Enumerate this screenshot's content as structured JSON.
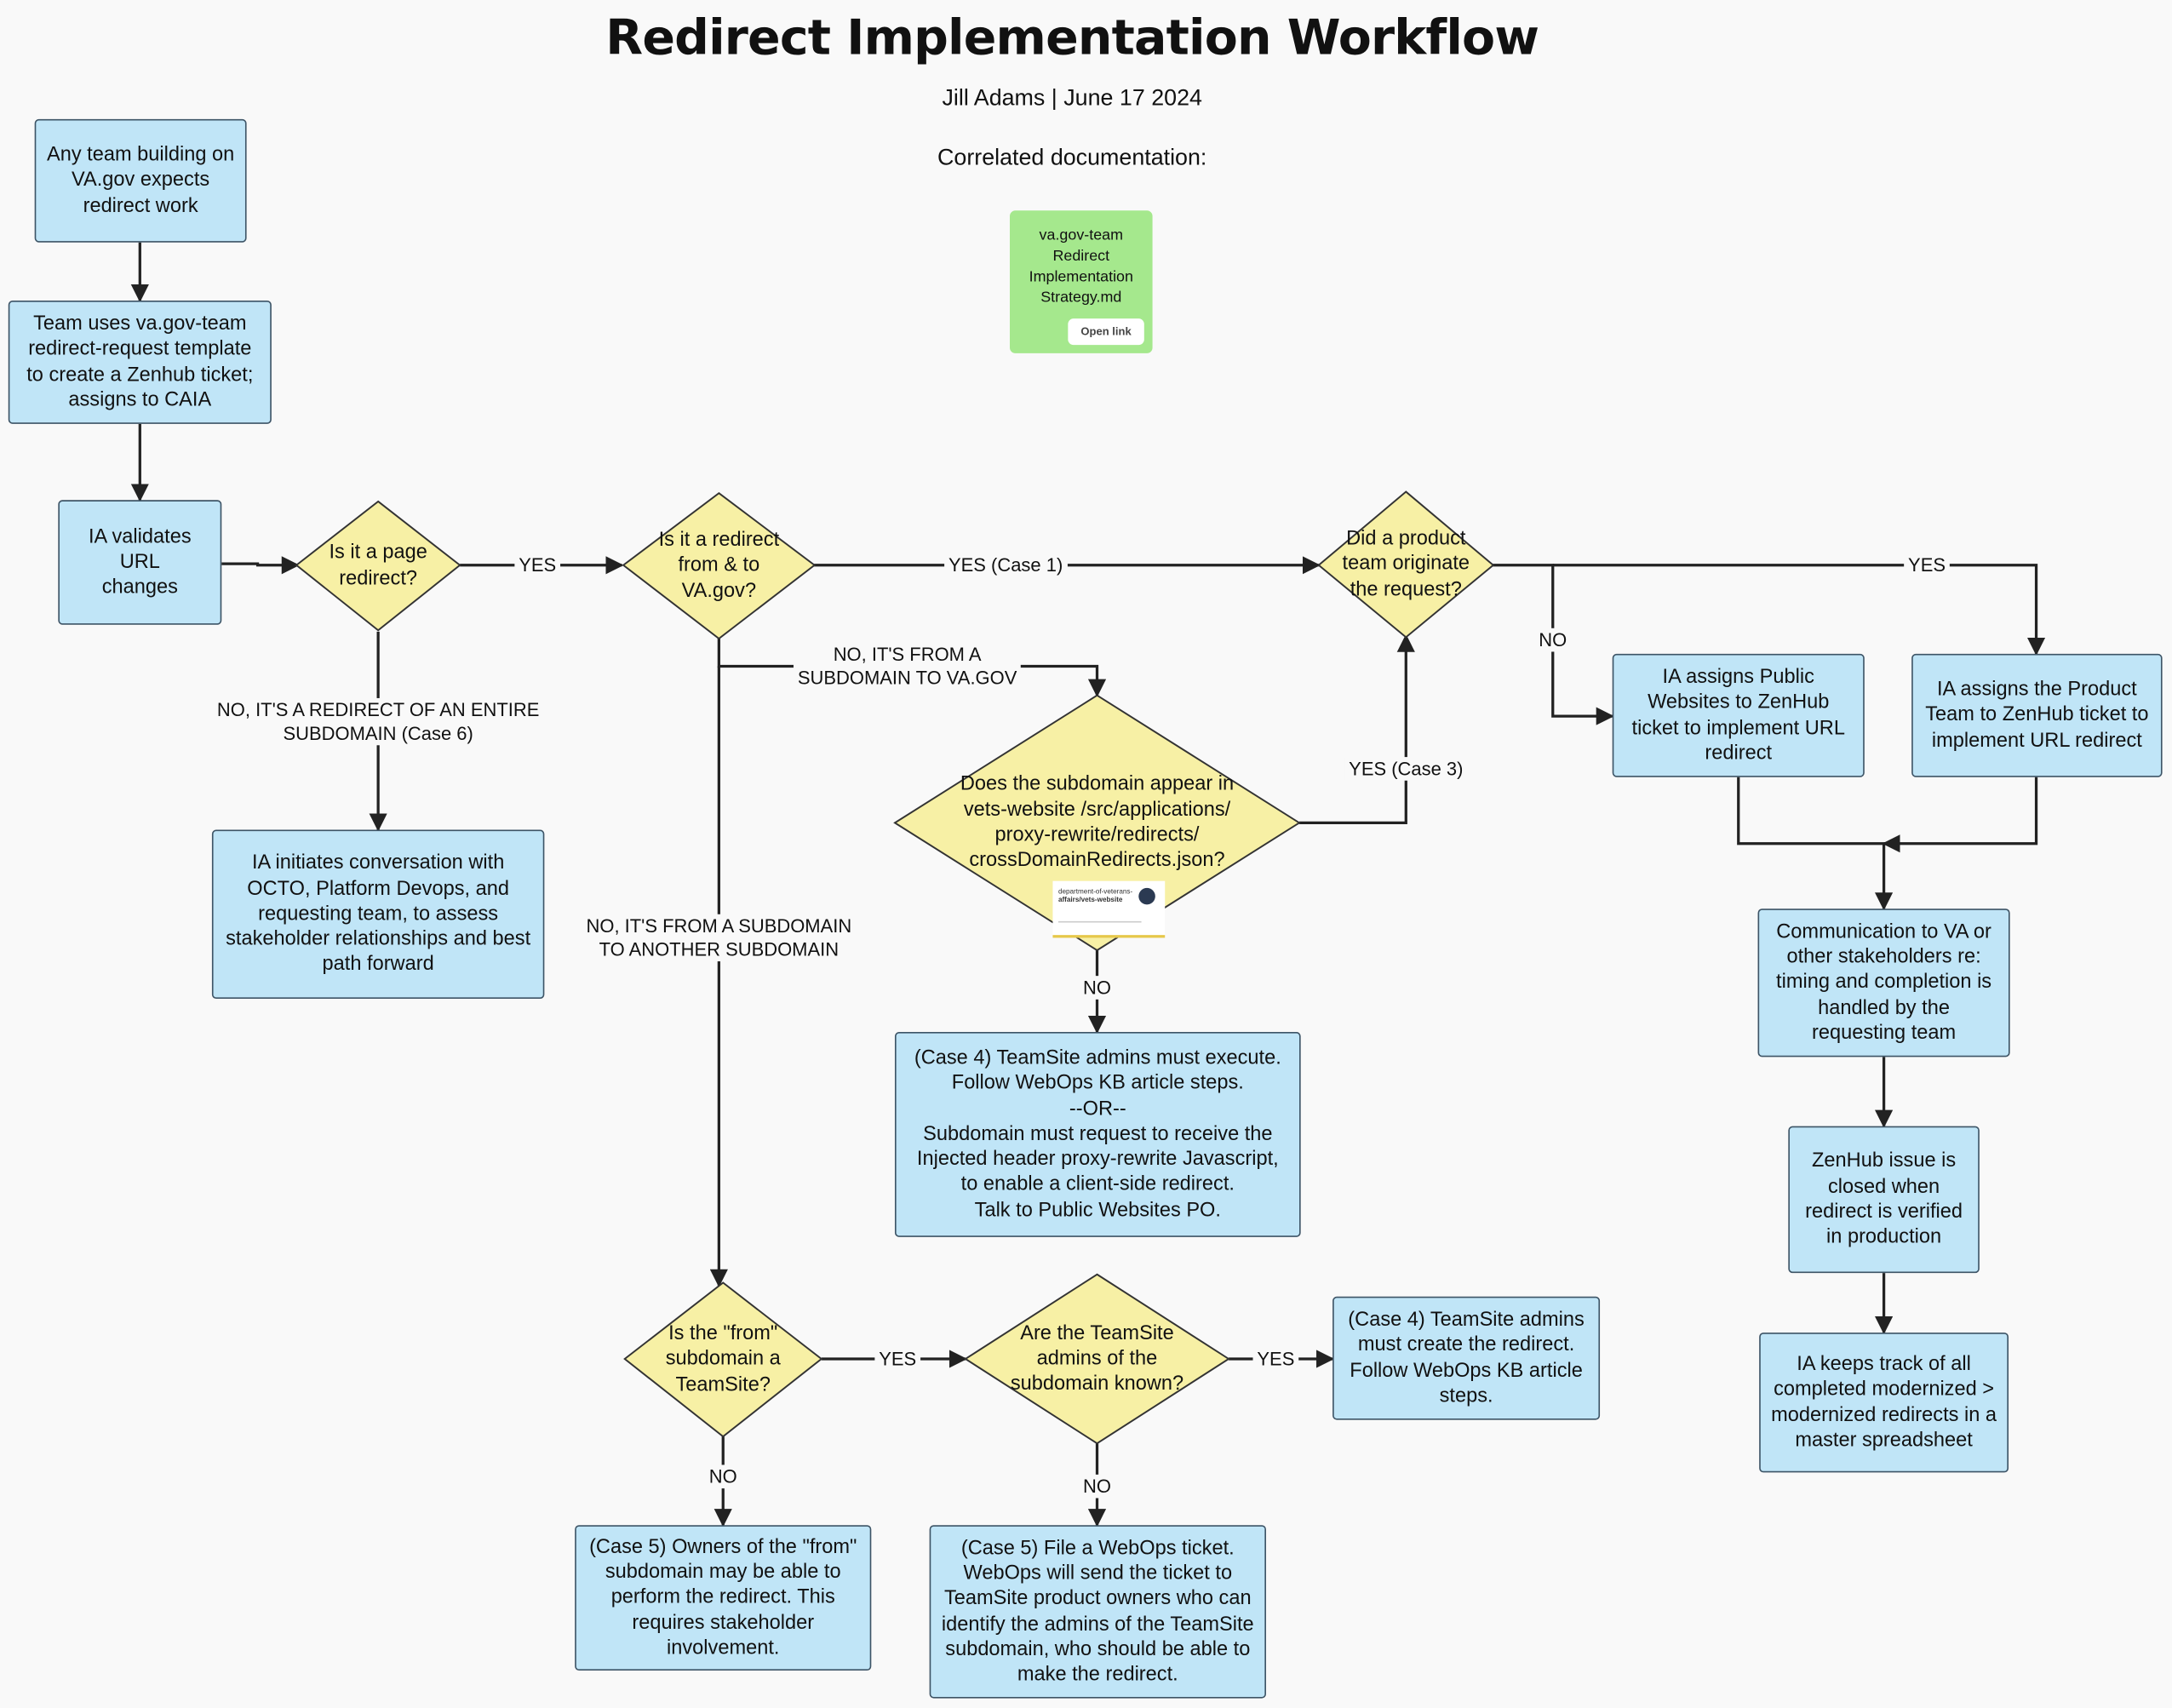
{
  "title": "Redirect Implementation Workflow",
  "author_date": "Jill Adams | June 17 2024",
  "correlated_label": "Correlated documentation:",
  "doc_card": {
    "name": "va.gov-team\nRedirect\nImplementation\nStrategy.md",
    "button": "Open link"
  },
  "thumbnail": {
    "line1": "department-of-veterans-",
    "line2": "affairs/vets-website"
  },
  "colors": {
    "box_fill": "#c0e5f7",
    "diamond_fill": "#f7f0a5",
    "doc_fill": "#a5e88d",
    "line": "#222222"
  },
  "nodes": {
    "start": "Any team building on\nVA.gov expects\nredirect work",
    "template": "Team uses va.gov-team\nredirect-request template\nto create a Zenhub ticket;\nassigns to CAIA",
    "validate": "IA validates URL\nchanges",
    "q_page": "Is it a page\nredirect?",
    "q_vagov": "Is it a redirect\nfrom & to\nVA.gov?",
    "q_product": "Did a product\nteam originate\nthe request?",
    "conversation": "IA initiates conversation with\nOCTO, Platform Devops, and\nrequesting team, to assess\nstakeholder relationships and best\npath forward",
    "q_subdomain": "Does the subdomain appear in\nvets-website /src/applications/\nproxy-rewrite/redirects/\ncrossDomainRedirects.json?",
    "case4_execute": "(Case 4) TeamSite admins must execute.\nFollow WebOps KB article steps.\n--OR--\nSubdomain must request to receive the\nInjected header proxy-rewrite Javascript,\nto enable a client-side redirect.\nTalk to Public Websites PO.",
    "assign_public": "IA assigns Public\nWebsites to ZenHub\nticket to implement URL\nredirect",
    "assign_product": "IA assigns the Product\nTeam to ZenHub ticket to\nimplement URL redirect",
    "communication": "Communication to VA or\nother stakeholders re:\ntiming and completion is\nhandled by the\nrequesting team",
    "closed": "ZenHub issue is\nclosed when\nredirect is verified\nin production",
    "track": "IA keeps track of all\ncompleted modernized >\nmodernized redirects in a\nmaster spreadsheet",
    "q_teamsite": "Is the \"from\"\nsubdomain a\nTeamSite?",
    "q_admins": "Are the TeamSite\nadmins of the\nsubdomain known?",
    "case4_create": "(Case 4) TeamSite admins\nmust create the redirect.\nFollow WebOps KB article\nsteps.",
    "case5_owners": "(Case 5) Owners of the \"from\"\nsubdomain may be able to\nperform the redirect. This\nrequires stakeholder\ninvolvement.",
    "case5_file": "(Case 5) File a WebOps ticket.\nWebOps will send the ticket to\nTeamSite product owners who can\nidentify the admins of the TeamSite\nsubdomain, who should be able to\nmake the redirect."
  },
  "edge_labels": {
    "page_yes": "YES",
    "page_no": "NO, IT'S A REDIRECT OF AN ENTIRE\nSUBDOMAIN (Case 6)",
    "vagov_yes": "YES (Case 1)",
    "vagov_no_sub_to_vagov": "NO, IT'S FROM A\nSUBDOMAIN TO VA.GOV",
    "vagov_no_sub_to_sub": "NO, IT'S FROM A SUBDOMAIN\nTO ANOTHER SUBDOMAIN",
    "product_yes": "YES",
    "product_no": "NO",
    "subdomain_yes": "YES (Case 3)",
    "subdomain_no": "NO",
    "teamsite_yes": "YES",
    "teamsite_no": "NO",
    "admins_yes": "YES",
    "admins_no": "NO"
  }
}
